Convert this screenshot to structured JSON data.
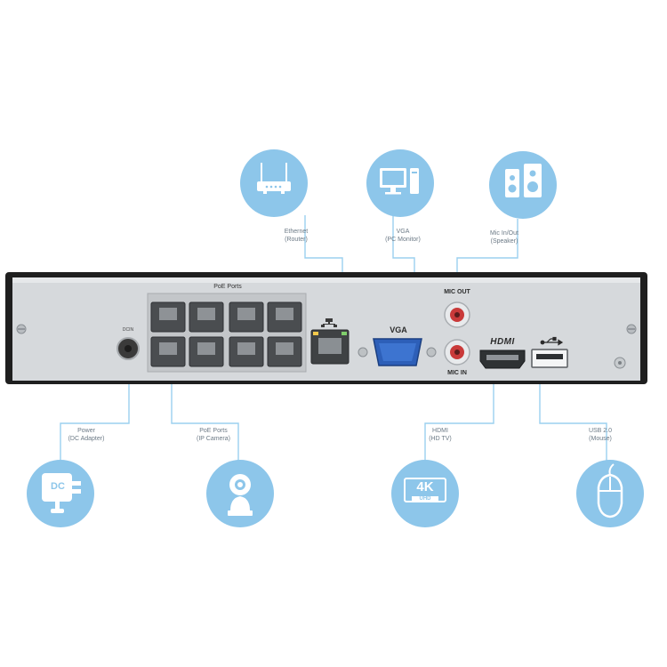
{
  "callouts": {
    "ethernet": {
      "line1": "Ethernet",
      "line2": "(Router)",
      "icon": "router-icon"
    },
    "vga": {
      "line1": "VGA",
      "line2": "(PC Monitor)",
      "icon": "monitor-icon"
    },
    "mic": {
      "line1": "Mic In/Out",
      "line2": "(Speaker)",
      "icon": "speaker-icon"
    },
    "power": {
      "line1": "Power",
      "line2": "(DC Adapter)",
      "icon": "dc-adapter-icon",
      "badge": "DC"
    },
    "poe": {
      "line1": "PoE Ports",
      "line2": "(IP Camera)",
      "icon": "ip-camera-icon"
    },
    "hdmi": {
      "line1": "HDMI",
      "line2": "(HD TV)",
      "icon": "4k-uhd-icon",
      "badge": "4K",
      "sub_badge": "UHD"
    },
    "usb": {
      "line1": "USB 2.0",
      "line2": "(Mouse)",
      "icon": "mouse-icon"
    }
  },
  "device": {
    "poe_header": "PoE Ports",
    "power_label": "DCIN",
    "vga_label": "VGA",
    "mic_out_label": "MIC OUT",
    "mic_in_label": "MIC IN",
    "hdmi_label": "HDMI"
  },
  "colors": {
    "bubble": "#8dc6ea",
    "line": "#9bd0ef",
    "panel": "#d6d9dc",
    "frame": "#1f1f1f"
  }
}
